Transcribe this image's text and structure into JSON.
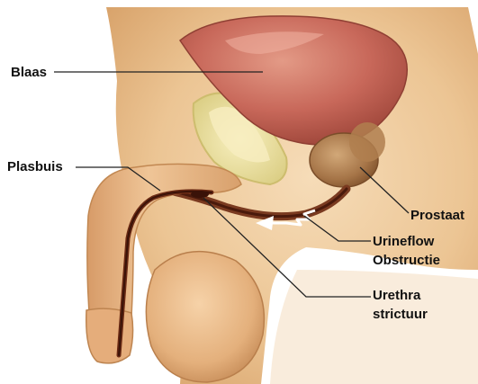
{
  "labels": {
    "bladder": "Blaas",
    "urethra_tube": "Plasbuis",
    "prostate": "Prostaat",
    "flow_line1": "Urineflow",
    "flow_line2": "Obstructie",
    "stricture_line1": "Urethra",
    "stricture_line2": "strictuur"
  },
  "colors": {
    "skin": "#efc898",
    "bladder": "#c96a5a",
    "prostate": "#a87a4c",
    "bone": "#f1e6a7",
    "urethra_channel": "#5a2414",
    "flow_arrow": "#ffffff",
    "leader_line": "#222222"
  }
}
